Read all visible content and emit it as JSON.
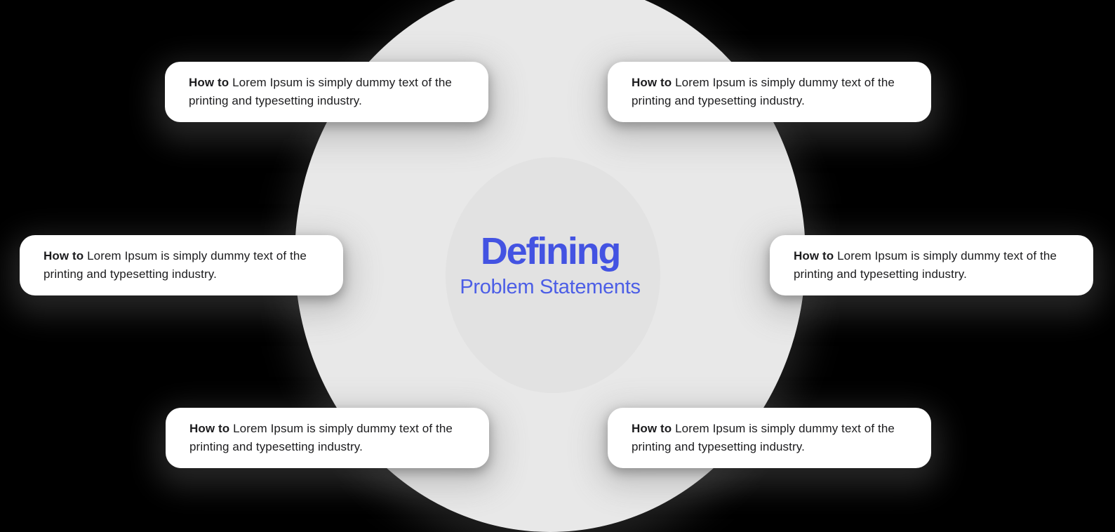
{
  "colors": {
    "background": "#000000",
    "circle_outer": "#e8e8e8",
    "circle_inner": "#e2e2e2",
    "card_background": "#ffffff",
    "card_text": "#1c1c1e",
    "title_blue": "#4353e2",
    "subtitle_blue": "#4c5ee6"
  },
  "center": {
    "title": "Defining",
    "subtitle": "Problem Statements"
  },
  "cards": [
    {
      "position": "top-left",
      "lead": "How to",
      "body": "Lorem Ipsum is simply dummy text of the printing and typesetting industry."
    },
    {
      "position": "top-right",
      "lead": "How to",
      "body": "Lorem Ipsum is simply dummy text of the printing and typesetting industry."
    },
    {
      "position": "middle-left",
      "lead": "How to",
      "body": "Lorem Ipsum is simply dummy text of the printing and typesetting industry."
    },
    {
      "position": "middle-right",
      "lead": "How to",
      "body": "Lorem Ipsum is simply dummy text of the printing and typesetting industry."
    },
    {
      "position": "bottom-left",
      "lead": "How to",
      "body": "Lorem Ipsum is simply dummy text of the printing and typesetting industry."
    },
    {
      "position": "bottom-right",
      "lead": "How to",
      "body": "Lorem Ipsum is simply dummy text of the printing and typesetting industry."
    }
  ]
}
